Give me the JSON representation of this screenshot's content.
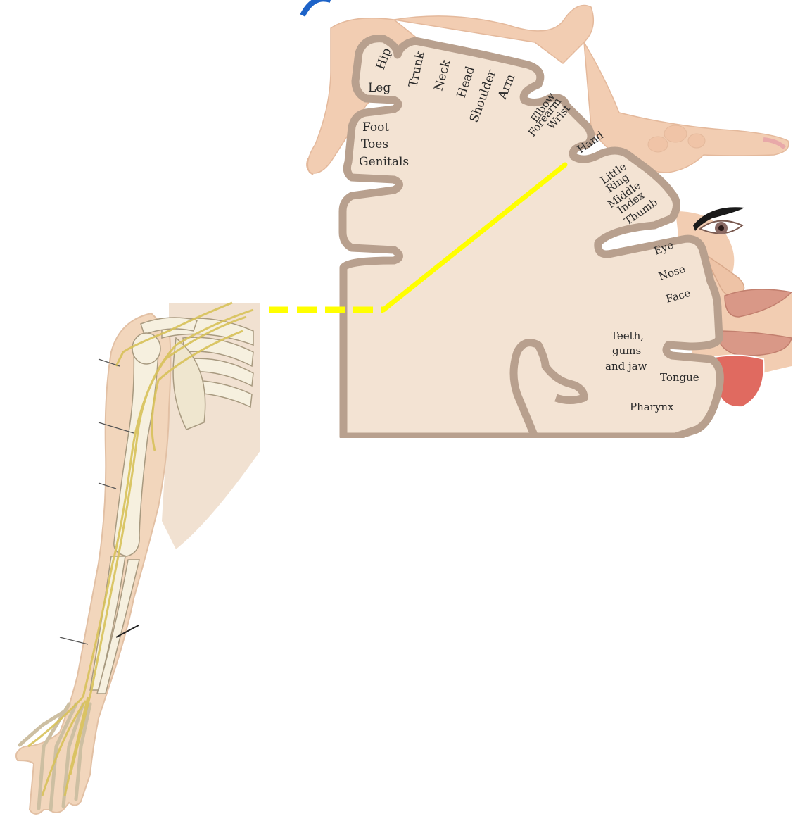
{
  "homunculus": {
    "leg_labels": [
      "Hip",
      "Leg",
      "Foot",
      "Toes",
      "Genitals"
    ],
    "body_labels": [
      "Trunk",
      "Neck",
      "Head",
      "Shoulder",
      "Arm",
      "Elbow",
      "Forearm",
      "Wrist",
      "Hand"
    ],
    "finger_labels": [
      "Little",
      "Ring",
      "Middle",
      "Index",
      "Thumb"
    ],
    "face_labels": [
      "Eye",
      "Nose",
      "Face"
    ],
    "mouth_labels": [
      "Teeth,",
      "gums",
      "and jaw",
      "Tongue",
      "Pharynx"
    ]
  },
  "colors": {
    "cortex_fill": "#f3e3d3",
    "cortex_border": "#b8a08e",
    "skin": "#f2cdb2",
    "connector": "#ffff00",
    "nerve": "#d8c25a",
    "bone": "#f6f0df"
  },
  "connector": {
    "style_dashed_segment": "dashed",
    "style_solid_segment": "solid"
  },
  "arm": {
    "description_icon": "arm-nerve-anatomy-icon"
  }
}
